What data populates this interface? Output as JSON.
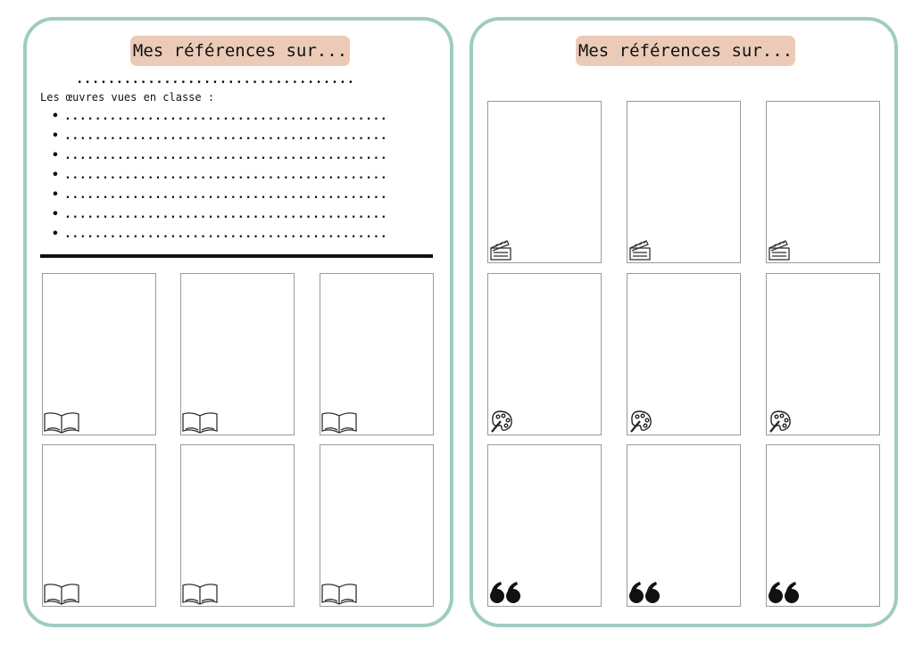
{
  "left_sheet": {
    "title": "Mes références sur...",
    "subject_line": "...................................",
    "intro": "Les œuvres vues en classe :",
    "bullets": [
      "...........................................",
      "...........................................",
      "...........................................",
      "...........................................",
      "...........................................",
      "...........................................",
      "..........................................."
    ],
    "cards": [
      {
        "icon": "open-book-icon"
      },
      {
        "icon": "open-book-icon"
      },
      {
        "icon": "open-book-icon"
      },
      {
        "icon": "open-book-icon"
      },
      {
        "icon": "open-book-icon"
      },
      {
        "icon": "open-book-icon"
      }
    ]
  },
  "right_sheet": {
    "title": "Mes références sur...",
    "cards": [
      {
        "icon": "clapperboard-icon"
      },
      {
        "icon": "clapperboard-icon"
      },
      {
        "icon": "clapperboard-icon"
      },
      {
        "icon": "palette-icon"
      },
      {
        "icon": "palette-icon"
      },
      {
        "icon": "palette-icon"
      },
      {
        "icon": "quote-icon"
      },
      {
        "icon": "quote-icon"
      },
      {
        "icon": "quote-icon"
      }
    ]
  },
  "colors": {
    "sheet_border": "#9fcbc3",
    "title_bg": "#ebcbb7"
  }
}
